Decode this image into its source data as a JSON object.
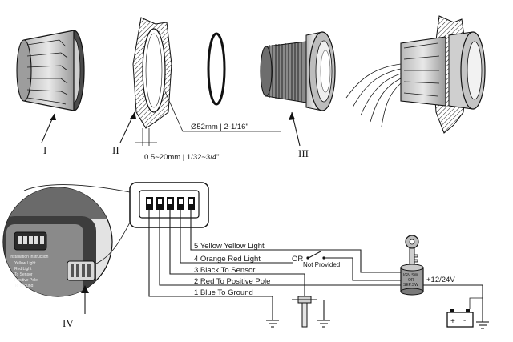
{
  "parts": {
    "I": "I",
    "II": "II",
    "III": "III",
    "IV": "IV"
  },
  "dimensions": {
    "hole": "Ø52mm | 2-1/16\"",
    "panel": "0.5~20mm | 1/32~3/4\""
  },
  "wires": [
    {
      "num": "5",
      "color": "Yellow",
      "function": "Yellow Light"
    },
    {
      "num": "4",
      "color": "Orange",
      "function": "Red Light"
    },
    {
      "num": "3",
      "color": "Black",
      "function": "To Sensor"
    },
    {
      "num": "2",
      "color": "Red",
      "function": "To Positive Pole"
    },
    {
      "num": "1",
      "color": "Blue",
      "function": "To Ground"
    }
  ],
  "wire_labels": {
    "w5": "5   Yellow   Yellow Light",
    "w4": "4   Orange   Red Light",
    "w3": "3   Black To Sensor",
    "w2": "2   Red   To Positive Pole",
    "w1": "1   Blue   To Ground"
  },
  "or_label": "OR",
  "not_provided": "Not Provided",
  "power": "+12/24V",
  "battery_plus": "+",
  "battery_minus": "-",
  "relay": {
    "line1": "IGN.SW",
    "line2": "OR",
    "line3": "SEP.SW"
  },
  "inset_text": [
    "Yellow Light",
    "Red Light",
    "To Sensor",
    "Positive Pole",
    "To Ground"
  ],
  "inset_title": "Installation Instruction"
}
